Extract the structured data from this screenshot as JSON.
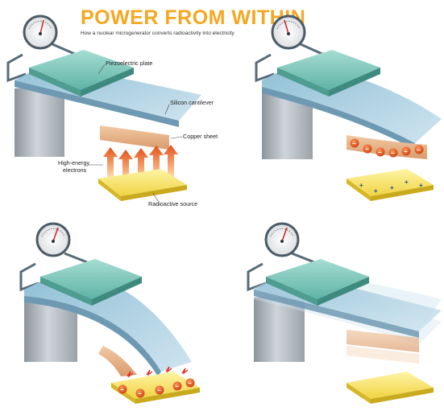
{
  "header": {
    "title": "POWER FROM WITHIN",
    "subtitle": "How a nuclear microgenerator converts radioactivity into electricity"
  },
  "labels": {
    "piezo": "Piezoelectric plate",
    "cantilever": "Silicon cantilever",
    "copper": "Copper sheet",
    "electrons_line1": "High-energy",
    "electrons_line2": "electrons",
    "source": "Radioactive source"
  },
  "charges": {
    "negative": "−",
    "positive": "+"
  },
  "colors": {
    "title": "#f4a721",
    "piezo": "#6fc4b5",
    "cantilever": "#a7cde0",
    "copper": "#e7b58c",
    "source": "#f5e25c",
    "electron": "#e8591e",
    "pillar": "#b5bcc2"
  }
}
